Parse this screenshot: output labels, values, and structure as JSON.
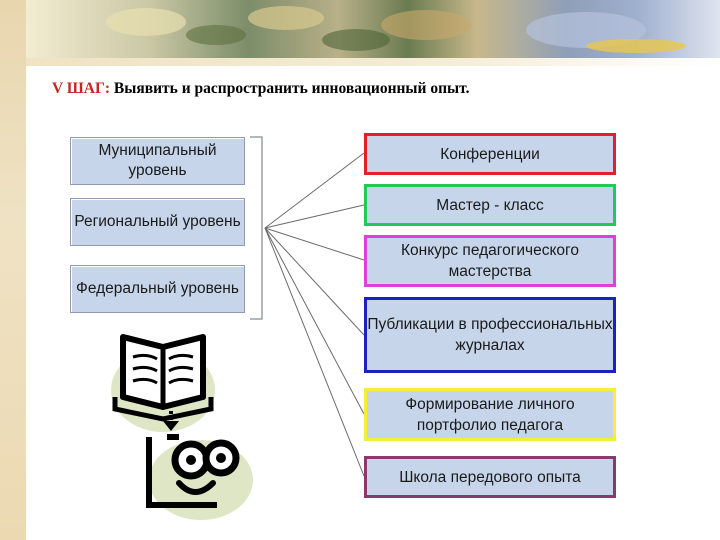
{
  "title": {
    "step": "V  ШАГ:",
    "text": "Выявить и распространить инновационный опыт."
  },
  "levels": [
    {
      "label": "Муниципальный уровень"
    },
    {
      "label": "Региональный уровень"
    },
    {
      "label": "Федеральный уровень"
    }
  ],
  "forms": [
    {
      "label": "Конференции",
      "border": "#e0202a"
    },
    {
      "label": "Мастер - класс",
      "border": "#22c95a"
    },
    {
      "label": "Конкурс педагогического мастерства",
      "border": "#e040d8"
    },
    {
      "label": "Публикации в профессиональных журналах",
      "border": "#1a22c0"
    },
    {
      "label": "Формирование личного портфолио педагога",
      "border": "#f2ee3a"
    },
    {
      "label": "Школа передового опыта",
      "border": "#8a3a6a"
    }
  ],
  "colors": {
    "box_fill": "#c6d5ea",
    "title_step": "#cc2222"
  },
  "icons": [
    "book-icon",
    "smiley-face-icon"
  ]
}
